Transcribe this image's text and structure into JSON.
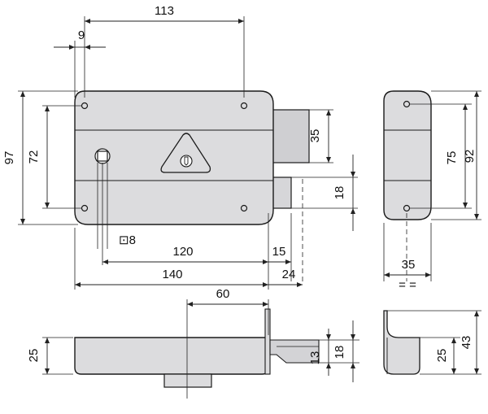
{
  "colors": {
    "body_fill": "#dcdcde",
    "body_fill_dark": "#c9c9cc",
    "outline": "#1a1a1a",
    "dim_line": "#222222",
    "background": "#ffffff"
  },
  "front_view": {
    "dims": {
      "top_width": "113",
      "hole_offset": "9",
      "total_height": "97",
      "hole_spacing_v": "72",
      "cylinder_height": "35",
      "bolt_height": "18",
      "square_size": "⊡8",
      "axis_distance": "120",
      "bolt_throw": "15",
      "total_width": "140",
      "bolt_projection": "24"
    }
  },
  "side_view": {
    "dims": {
      "hole_spacing_v": "75",
      "total_height": "92",
      "depth": "35",
      "equal_marks": "= ="
    }
  },
  "bottom_view": {
    "dims": {
      "backset": "60",
      "case_depth": "25",
      "bolt_depth": "13",
      "bolt_height": "18"
    }
  },
  "end_view": {
    "dims": {
      "case_depth": "25",
      "total_depth": "43"
    }
  }
}
